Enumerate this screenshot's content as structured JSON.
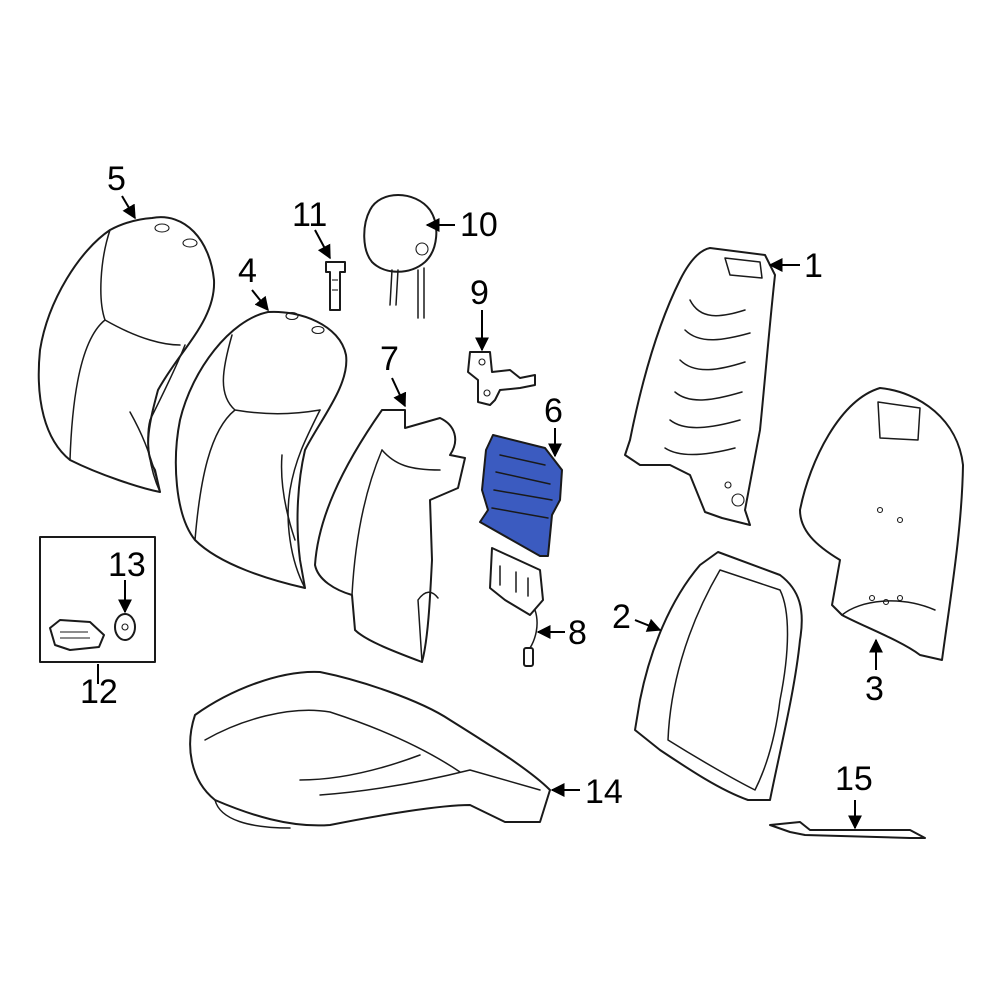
{
  "diagram": {
    "highlight_color": "#3b5bc0",
    "line_color": "#1a1a1a",
    "background": "#ffffff",
    "callouts": {
      "c1": "1",
      "c2": "2",
      "c3": "3",
      "c4": "4",
      "c5": "5",
      "c6": "6",
      "c7": "7",
      "c8": "8",
      "c9": "9",
      "c10": "10",
      "c11": "11",
      "c12": "12",
      "c13": "13",
      "c14": "14",
      "c15": "15"
    },
    "highlighted_part": "6"
  }
}
